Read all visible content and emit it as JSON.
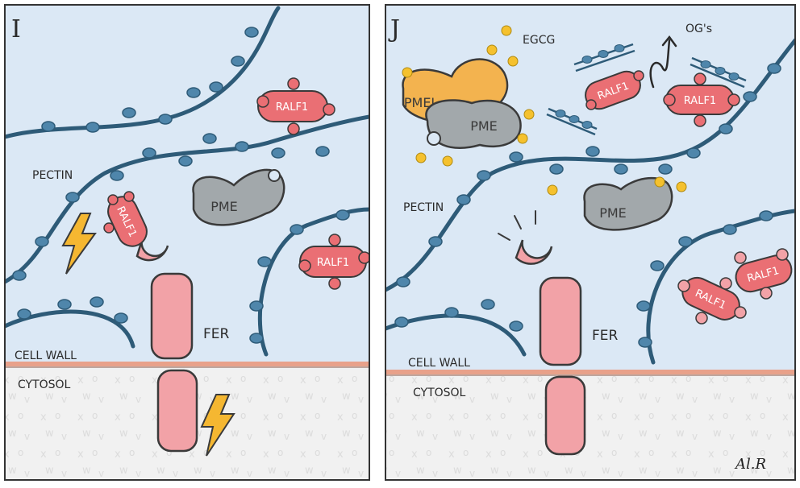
{
  "panels": [
    {
      "letter": "I",
      "labels": {
        "pectin": "PECTIN",
        "cell_wall": "CELL WALL",
        "cytosol": "CYTOSOL",
        "receptor": "FER",
        "enzyme": "PME",
        "peptide": "RALF1"
      }
    },
    {
      "letter": "J",
      "labels": {
        "pectin": "PECTIN",
        "cell_wall": "CELL WALL",
        "cytosol": "CYTOSOL",
        "receptor": "FER",
        "enzyme": "PME",
        "inhibitor": "PMEI",
        "enzyme_bound": "PME",
        "compound": "EGCG",
        "oligos": "OG's",
        "peptide": "RALF1"
      }
    }
  ],
  "signature": "Al.R",
  "colors": {
    "wall_bg": "#dbe8f5",
    "cytosol_bg": "#f1f1f1",
    "pectin_strand": "#2e5b78",
    "pectin_bead": "#4f86ab",
    "ralf": "#ea6f74",
    "fer": "#f2a2a7",
    "pme": "#a2a8ab",
    "pmei": "#f3b34f",
    "egcg": "#f5c12e",
    "bolt": "#f5b731",
    "membrane": "#e8a18a"
  },
  "icons": [
    "lightning-bolt-icon",
    "curved-arrow-icon"
  ]
}
